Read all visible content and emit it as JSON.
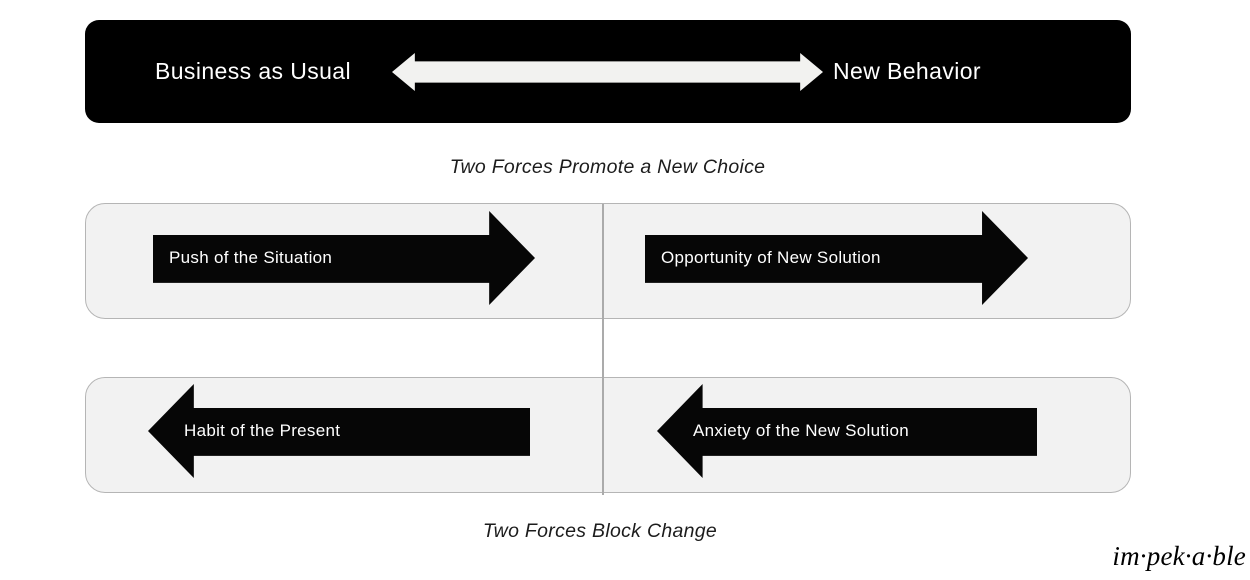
{
  "banner": {
    "left_label": "Business as Usual",
    "right_label": "New Behavior"
  },
  "sections": {
    "promote": {
      "caption": "Two Forces Promote a New Choice",
      "arrows": [
        {
          "label": "Push of the Situation",
          "direction": "right"
        },
        {
          "label": "Opportunity of New Solution",
          "direction": "right"
        }
      ]
    },
    "block": {
      "caption": "Two Forces Block Change",
      "arrows": [
        {
          "label": "Habit of the Present",
          "direction": "left"
        },
        {
          "label": "Anxiety of the New Solution",
          "direction": "left"
        }
      ]
    }
  },
  "logo": {
    "text": "im·pek·a·ble"
  },
  "colors": {
    "banner_bg": "#000000",
    "banner_text": "#ffffff",
    "banner_arrow": "#f2f2f0",
    "panel_bg": "#f2f2f2",
    "panel_border": "#b5b5b5",
    "divider": "#ababab",
    "force_arrow_fill": "#060606",
    "force_arrow_text": "#ffffff",
    "caption_text": "#1c1c1c",
    "logo_text": "#000000",
    "page_bg": "#ffffff"
  }
}
